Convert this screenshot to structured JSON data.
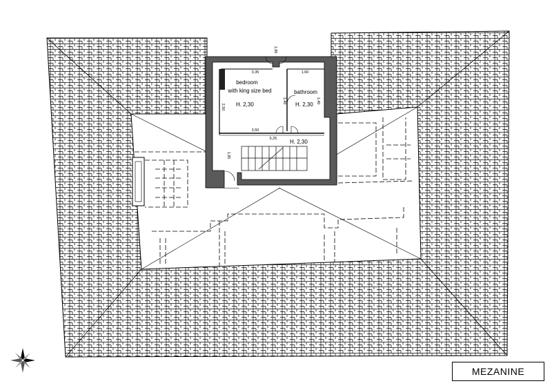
{
  "plan_title": "MEZANINE",
  "rooms": {
    "bedroom_line1": "bedroom",
    "bedroom_line2": "with king size bed",
    "bedroom_height": "H. 2,30",
    "bathroom_label": "bathroom",
    "bathroom_height": "H. 2,30",
    "stair_height": "H. 2,30"
  },
  "dimensions": {
    "top_door": "1,90",
    "bedroom_top": "3,35",
    "bathroom_top": "1,60",
    "bedroom_left": "2,50",
    "bedroom_bottom": "3,50",
    "stair_top": "5,25",
    "stair_left": "1,95",
    "bath_door": "1,40",
    "bath_right": "1,40"
  },
  "colors": {
    "wall": "#5a5a5a",
    "line": "#000000"
  }
}
